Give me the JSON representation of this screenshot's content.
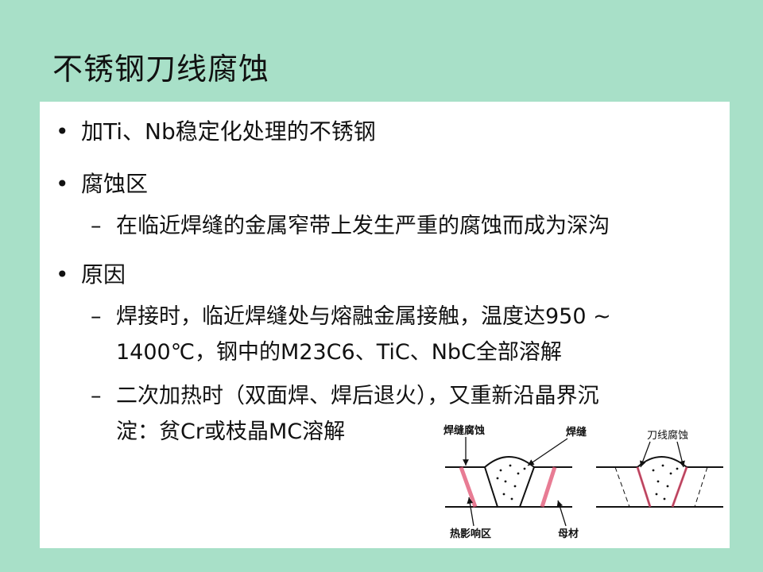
{
  "title": "不锈钢刀线腐蚀",
  "bullets": [
    {
      "text": "加Ti、Nb稳定化处理的不锈钢"
    },
    {
      "text": "腐蚀区"
    },
    {
      "text": "在临近焊缝的金属窄带上发生严重的腐蚀而成为深沟"
    },
    {
      "text": "原因"
    },
    {
      "line1": "焊接时，临近焊缝处与熔融金属接触，温度达950 ~",
      "line2": "1400℃，钢中的M23C6、TiC、NbC全部溶解"
    },
    {
      "line1": "二次加热时（双面焊、焊后退火），又重新沿晶界沉",
      "line2": "淀：贫Cr或枝晶MC溶解"
    }
  ],
  "diagram": {
    "labels": {
      "weld_decay": "焊缝腐蚀",
      "weld": "焊缝",
      "knife_line": "刀线腐蚀",
      "haz": "热影响区",
      "base_metal": "母材"
    },
    "colors": {
      "corrosion": "#e05070",
      "line": "#111111"
    }
  }
}
